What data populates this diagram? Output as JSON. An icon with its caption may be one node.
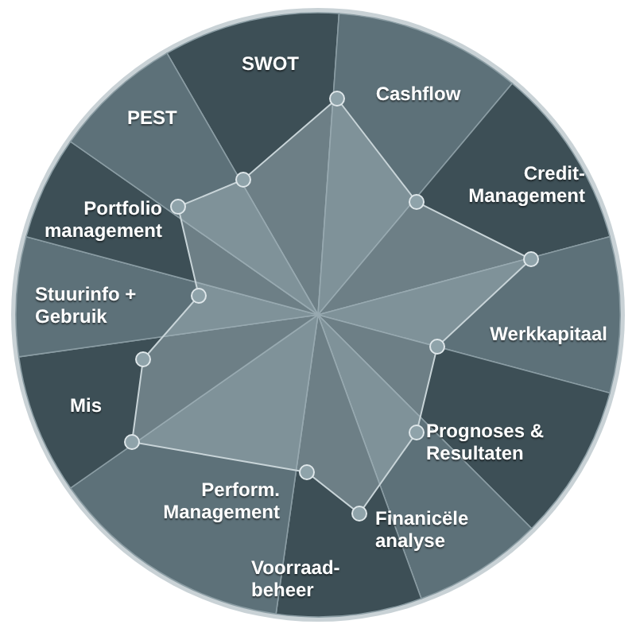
{
  "diagram": {
    "nodes": [
      {
        "text": [
          "SWOT"
        ]
      },
      {
        "text": [
          "Cashflow"
        ]
      },
      {
        "text": [
          "Credit-Management"
        ]
      },
      {
        "text": [
          "Werkkapitaal"
        ]
      },
      {
        "text": [
          "Prognoses & Resultaten"
        ]
      },
      {
        "text": [
          "Finanicële analyse"
        ]
      },
      {
        "text": [
          "Voorraad-beheer"
        ]
      },
      {
        "text": [
          "Perform. Management"
        ]
      },
      {
        "text": [
          "Mis"
        ]
      },
      {
        "text": [
          "Stuurinfo + Gebruik"
        ]
      },
      {
        "text": [
          "Portfolio management"
        ]
      },
      {
        "text": [
          "PEST"
        ]
      }
    ]
  }
}
